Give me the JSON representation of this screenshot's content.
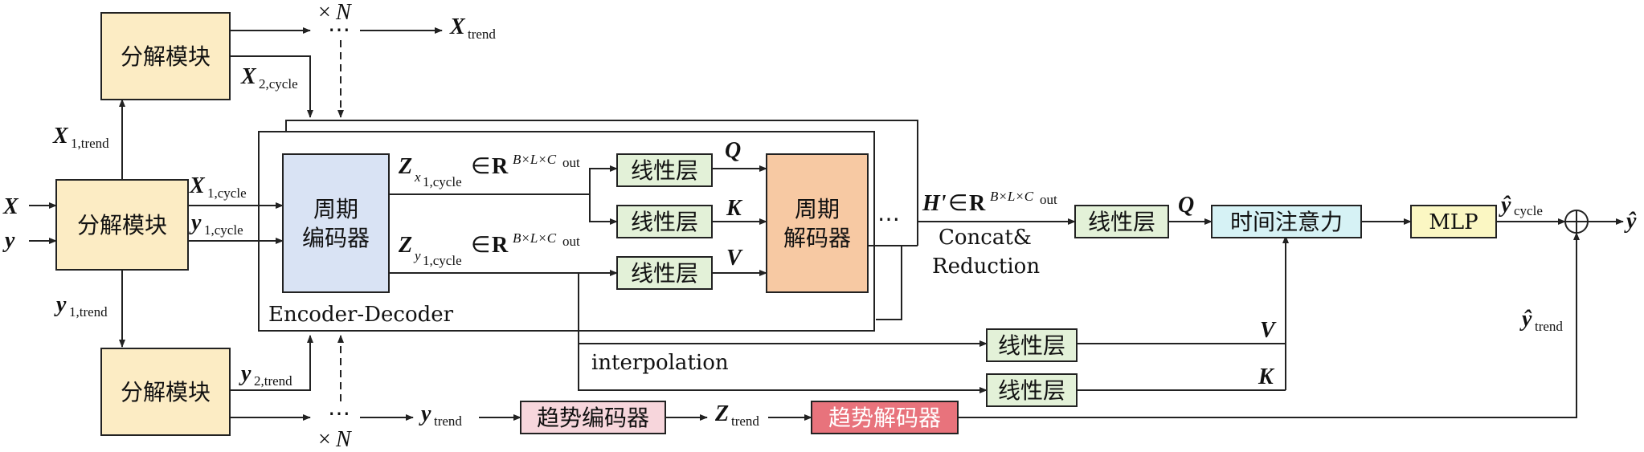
{
  "colors": {
    "decomp": "#fcecc4",
    "cycle_encoder": "#d9e3f4",
    "cycle_decoder": "#f7c9a3",
    "linear": "#e3f1d8",
    "attention": "#d6f2f5",
    "mlp": "#fbf7c3",
    "trend_encoder": "#f7d6dc",
    "trend_decoder": "#e8737c"
  },
  "blocks": {
    "decomp_top": "分解模块",
    "decomp_mid": "分解模块",
    "decomp_bot": "分解模块",
    "cycle_encoder_l1": "周期",
    "cycle_encoder_l2": "编码器",
    "cycle_decoder_l1": "周期",
    "cycle_decoder_l2": "解码器",
    "linear_q": "线性层",
    "linear_k": "线性层",
    "linear_v": "线性层",
    "linear_out": "线性层",
    "linear_v2": "线性层",
    "linear_k2": "线性层",
    "attention": "时间注意力",
    "mlp": "MLP",
    "trend_encoder": "趋势编码器",
    "trend_decoder": "趋势解码器"
  },
  "labels": {
    "encoder_decoder": "Encoder-Decoder",
    "concat_l1": "Concat&",
    "concat_l2": "Reduction",
    "interpolation": "interpolation",
    "times": "×",
    "N": "N",
    "ellipsis": "⋯",
    "in": "∈",
    "R": "R",
    "dims": "B×L×C",
    "out": "out"
  },
  "symbols": {
    "X": "X",
    "y": "y",
    "Z": "Z",
    "Q": "Q",
    "K": "K",
    "V": "V",
    "H": "H'",
    "y_hat": "ŷ",
    "sub_1trend": "1,trend",
    "sub_1cycle": "1,cycle",
    "sub_2cycle": "2,cycle",
    "sub_2trend": "2,trend",
    "sub_trend": "trend",
    "sub_cycle": "cycle",
    "sub_x": "x",
    "sub_y": "y"
  }
}
